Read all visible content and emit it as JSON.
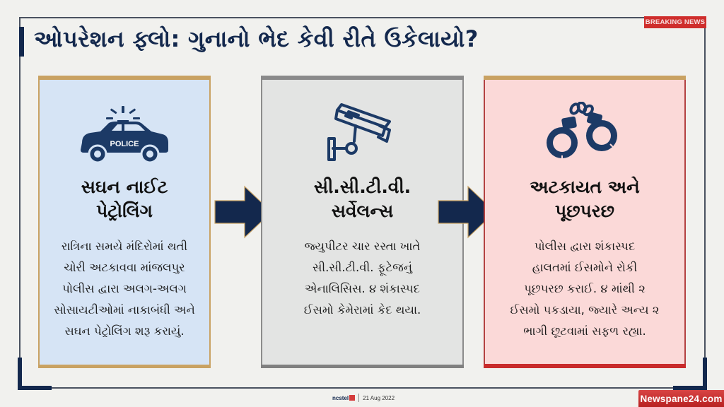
{
  "header": {
    "title": "ઓપરેશન ફ્લો: ગુનાનો ભેદ કેવી રીતે ઉકેલાયો?",
    "badge": "BREAKING NEWS"
  },
  "colors": {
    "navy": "#13284d",
    "gold": "#c9a262",
    "breaking_red": "#cf2e2c",
    "card1_bg": "#d6e4f5",
    "card2_bg": "#e3e4e3",
    "card3_bg": "#fbd9d8"
  },
  "steps": [
    {
      "icon": "police-car-icon",
      "icon_label": "POLICE",
      "title_line1": "સઘન નાઈટ",
      "title_line2": "પેટ્રોલિંગ",
      "body": [
        "રાત્રિના સમયે મંદિરોમાં થતી",
        "ચોરી અટકાવવા માંજલપુર",
        "પોલીસ દ્વારા અલગ-અલગ",
        "સોસાયટીઓમાં નાકાબંધી અને",
        "સઘન પેટ્રોલિંગ શરૂ કરાયું."
      ]
    },
    {
      "icon": "cctv-camera-icon",
      "title_line1": "સી.સી.ટી.વી.",
      "title_line2": "સર્વેલન્સ",
      "body": [
        "જ્યુપીટર ચાર રસ્તા ખાતે",
        "સી.સી.ટી.વી. ફૂટેજનું",
        "એનાલિસિસ. ૪ શંકાસ્પદ",
        "ઈસમો કેમેરામાં કેદ થયા."
      ]
    },
    {
      "icon": "handcuffs-icon",
      "title_line1": "અટકાયત અને",
      "title_line2": "પૂછપરછ",
      "body": [
        "પોલીસ દ્વારા શંકાસ્પદ",
        "હાલતમાં ઈસમોને રોકી",
        "પૂછપરછ કરાઈ. ૪ માંથી ૨",
        "ઈસમો પકડાયા, જ્યારે અન્ય ૨",
        "ભાગી છૂટવામાં સફળ રહ્યા."
      ]
    }
  ],
  "footer": {
    "logo_text": "ncstel",
    "date": "21 Aug 2022"
  },
  "watermark": "Newspane24.com"
}
